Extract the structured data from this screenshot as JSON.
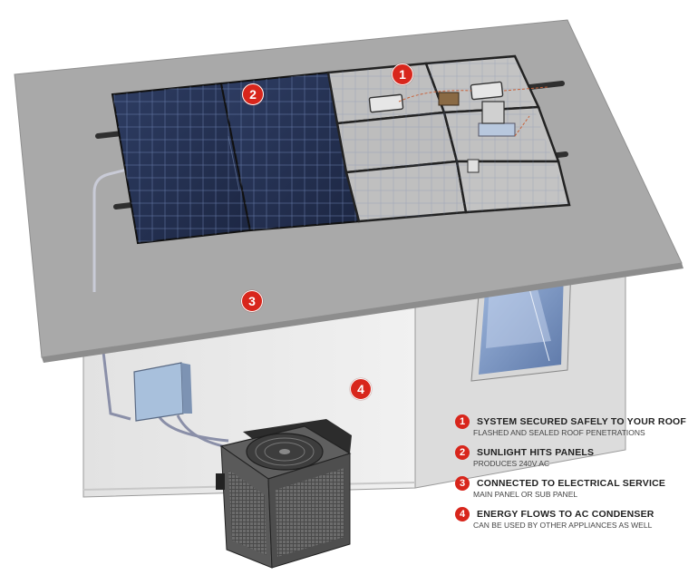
{
  "badges": [
    "1",
    "2",
    "3",
    "4"
  ],
  "legend": [
    {
      "num": "1",
      "title": "SYSTEM SECURED SAFELY TO YOUR ROOF",
      "sub": "FLASHED AND SEALED ROOF PENETRATIONS"
    },
    {
      "num": "2",
      "title": "SUNLIGHT HITS PANELS",
      "sub": "PRODUCES 240V AC"
    },
    {
      "num": "3",
      "title": "CONNECTED TO ELECTRICAL SERVICE",
      "sub": "MAIN PANEL OR SUB PANEL"
    },
    {
      "num": "4",
      "title": "ENERGY FLOWS TO AC CONDENSER",
      "sub": "CAN BE USED BY OTHER APPLIANCES AS WELL"
    }
  ],
  "colors": {
    "badge": "#d8261c",
    "roof": "#a8a8a8",
    "wall": "#ebebeb",
    "panel": "#243050",
    "rail": "#3a3a3a"
  }
}
